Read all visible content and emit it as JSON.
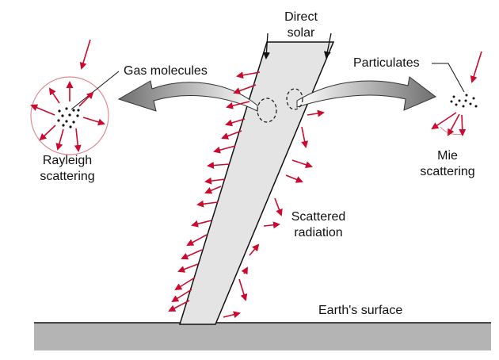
{
  "labels": {
    "direct_solar_line1": "Direct",
    "direct_solar_line2": "solar",
    "gas_molecules": "Gas molecules",
    "particulates": "Particulates",
    "rayleigh_line1": "Rayleigh",
    "rayleigh_line2": "scattering",
    "mie_line1": "Mie",
    "mie_line2": "scattering",
    "scattered_line1": "Scattered",
    "scattered_line2": "radiation",
    "earth_surface": "Earth's surface"
  },
  "colors": {
    "beam_fill": "#e4e4e4",
    "ground_fill": "#b4b4b4",
    "scatter_arrow": "#cc0a2e",
    "big_arrow_fill": "#7f7f7f",
    "circle_outline": "#e08a98",
    "outline": "#111111"
  }
}
